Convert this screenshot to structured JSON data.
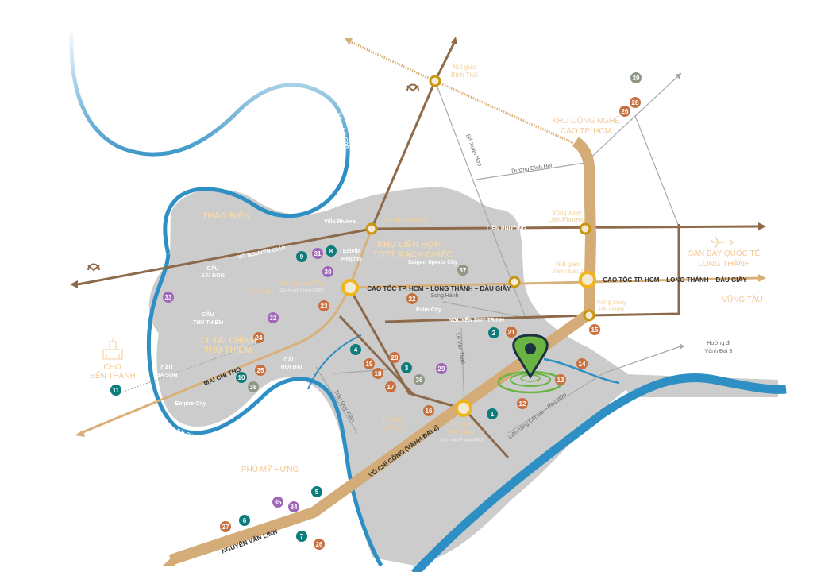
{
  "colors": {
    "land": "#cccccc",
    "river": "#2e8fc4",
    "vanh_dai": "#d3ac77",
    "brown_road": "#8c6a4a",
    "tan_road": "#d9b078",
    "junction": "#f0b41c",
    "junction_dark": "#c8960f",
    "pin": "#6ab542",
    "pin_border": "#1d3342",
    "teal": "#0e7c7b",
    "orange": "#c8703f",
    "purple": "#a066b8",
    "grey": "#8f9885"
  },
  "markers": [
    {
      "n": "1",
      "type": "teal"
    },
    {
      "n": "2",
      "type": "teal"
    },
    {
      "n": "3",
      "type": "teal"
    },
    {
      "n": "4",
      "type": "teal"
    },
    {
      "n": "5",
      "type": "teal"
    },
    {
      "n": "6",
      "type": "teal"
    },
    {
      "n": "7",
      "type": "teal"
    },
    {
      "n": "8",
      "type": "teal"
    },
    {
      "n": "9",
      "type": "teal"
    },
    {
      "n": "10",
      "type": "teal"
    },
    {
      "n": "11",
      "type": "teal"
    },
    {
      "n": "12",
      "type": "orange"
    },
    {
      "n": "13",
      "type": "orange"
    },
    {
      "n": "14",
      "type": "orange"
    },
    {
      "n": "15",
      "type": "orange"
    },
    {
      "n": "16",
      "type": "orange"
    },
    {
      "n": "17",
      "type": "orange"
    },
    {
      "n": "18",
      "type": "orange"
    },
    {
      "n": "19",
      "type": "orange"
    },
    {
      "n": "20",
      "type": "orange"
    },
    {
      "n": "21",
      "type": "orange"
    },
    {
      "n": "22",
      "type": "orange"
    },
    {
      "n": "23",
      "type": "orange"
    },
    {
      "n": "24",
      "type": "orange"
    },
    {
      "n": "25",
      "type": "orange"
    },
    {
      "n": "26",
      "type": "orange"
    },
    {
      "n": "26",
      "type": "orange"
    },
    {
      "n": "27",
      "type": "orange"
    },
    {
      "n": "28",
      "type": "orange"
    },
    {
      "n": "29",
      "type": "purple"
    },
    {
      "n": "30",
      "type": "purple"
    },
    {
      "n": "31",
      "type": "purple"
    },
    {
      "n": "32",
      "type": "purple"
    },
    {
      "n": "33",
      "type": "purple"
    },
    {
      "n": "34",
      "type": "purple"
    },
    {
      "n": "35",
      "type": "purple"
    },
    {
      "n": "36",
      "type": "grey"
    },
    {
      "n": "37",
      "type": "grey"
    },
    {
      "n": "38",
      "type": "grey"
    },
    {
      "n": "39",
      "type": "grey"
    }
  ],
  "labels": [
    {
      "text": "THẢO ĐIỀN",
      "style": "area"
    },
    {
      "text": "Villa Riviera",
      "style": "white"
    },
    {
      "text": "Nút giao Cát Lái",
      "style": "tan"
    },
    {
      "text": "KHU LIÊN HỢP",
      "style": "area"
    },
    {
      "text": "TDTT RẠCH CHIẾC",
      "style": "area"
    },
    {
      "text": "Saigon Sports City",
      "style": "white"
    },
    {
      "text": "Estella",
      "style": "white"
    },
    {
      "text": "Heights",
      "style": "white"
    },
    {
      "text": "CẦU",
      "style": "white"
    },
    {
      "text": "SÀI GÒN",
      "style": "white"
    },
    {
      "text": "Nút giao An Phú",
      "style": "tan"
    },
    {
      "text": "Quy hoạch 3 tầng (2026)",
      "style": "wtiny"
    },
    {
      "text": "AN PHÚ",
      "style": "tan"
    },
    {
      "text": "CAO TỐC TP. HCM – LONG THÀNH – DẦU GIÂY",
      "style": "road"
    },
    {
      "text": "CAO TỐC TP. HCM – LONG THÀNH – DẦU GIÂY",
      "style": "road"
    },
    {
      "text": "Song Hành",
      "style": "grey"
    },
    {
      "text": "Palm City",
      "style": "white"
    },
    {
      "text": "NGUYỄN DUY TRINH",
      "style": "white"
    },
    {
      "text": "CẦU",
      "style": "white"
    },
    {
      "text": "THỦ THIÊM",
      "style": "white"
    },
    {
      "text": "TT TÀI CHÍNH",
      "style": "area"
    },
    {
      "text": "THỦ THIÊM",
      "style": "area"
    },
    {
      "text": "CHỢ",
      "style": "big"
    },
    {
      "text": "BẾN THÀNH",
      "style": "big"
    },
    {
      "text": "CẦU",
      "style": "white"
    },
    {
      "text": "BA SON",
      "style": "white"
    },
    {
      "text": "CẦU",
      "style": "white"
    },
    {
      "text": "THỜI ĐẠI",
      "style": "white"
    },
    {
      "text": "Empire City",
      "style": "white"
    },
    {
      "text": "PHÚ MỸ HƯNG",
      "style": "big"
    },
    {
      "text": "THẠNH",
      "style": "tan"
    },
    {
      "text": "MỸ LỢI",
      "style": "tan"
    },
    {
      "text": "Nút giao",
      "style": "tan"
    },
    {
      "text": "Mỹ Thủy",
      "style": "tan"
    },
    {
      "text": "Quy hoạch 4 tầng (2026)",
      "style": "wtiny"
    },
    {
      "text": "Hướng đi",
      "style": "grey"
    },
    {
      "text": "Vành Đai 3",
      "style": "grey"
    },
    {
      "text": "VŨNG TÀU",
      "style": "big"
    },
    {
      "text": "SÂN BAY QUỐC TẾ",
      "style": "big"
    },
    {
      "text": "LONG THÀNH",
      "style": "big"
    },
    {
      "text": "Vòng xoay",
      "style": "tan"
    },
    {
      "text": "Phú Hữu",
      "style": "tan"
    },
    {
      "text": "Nút giao",
      "style": "tan"
    },
    {
      "text": "Vành Đai 2",
      "style": "tan"
    },
    {
      "text": "Vòng xoay",
      "style": "tan"
    },
    {
      "text": "Liên Phường",
      "style": "tan"
    },
    {
      "text": "LIÊN PHƯỜNG",
      "style": "white"
    },
    {
      "text": "KHU CÔNG NGHỆ",
      "style": "big"
    },
    {
      "text": "CAO TP. HCM",
      "style": "big"
    },
    {
      "text": "Nút giao",
      "style": "tan"
    },
    {
      "text": "Bình Thái",
      "style": "tan"
    }
  ],
  "rotated_labels": [
    {
      "text": "VÕ NGUYÊN GIÁP",
      "style": "white"
    },
    {
      "text": "MAI CHÍ THỌ",
      "style": "road"
    },
    {
      "text": "NGUYỄN VĂN LINH",
      "style": "road"
    },
    {
      "text": "VÕ CHÍ CÔNG (VÀNH ĐAI 2)",
      "style": "road"
    },
    {
      "text": "Trần Quý Kiên",
      "style": "grey"
    },
    {
      "text": "Lê Văn Thịnh",
      "style": "grey"
    },
    {
      "text": "Liên cảng  Cát Lái – Phú Hữu",
      "style": "grey"
    },
    {
      "text": "Dương Đình Hội",
      "style": "grey"
    },
    {
      "text": "Đỗ Xuân Hợp",
      "style": "grey"
    },
    {
      "text": "Sông Sài Gòn",
      "style": "white"
    },
    {
      "text": "Sông Sài Gòn",
      "style": "white"
    }
  ]
}
